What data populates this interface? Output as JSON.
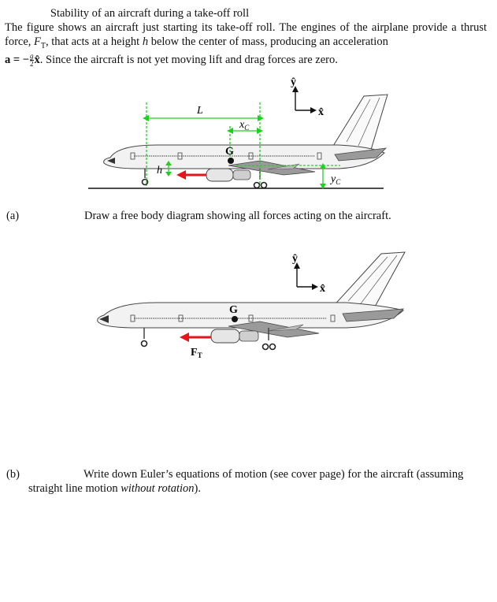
{
  "title": "Stability of an aircraft during a take-off roll",
  "intro": {
    "p1": "The figure shows an aircraft just starting its take-off roll. The engines of the airplane provide a thrust force, ",
    "thrust_symbol": "F",
    "thrust_sub": "T",
    "p2": ", that acts at a height ",
    "h_symbol": "h",
    "p3": " below the center of mass, producing an acceleration",
    "accel_lhs": "a = −",
    "frac_num": "g",
    "frac_den": "2",
    "accel_vec": "x̂",
    "p4": ". Since the aircraft is not yet moving lift and drag forces are zero."
  },
  "figure1": {
    "axis_y": "ŷ",
    "axis_x": "x̂",
    "L": "L",
    "xc": "x",
    "xc_sub": "C",
    "h": "h",
    "yc": "y",
    "yc_sub": "C",
    "G": "G"
  },
  "part_a": {
    "label": "(a)",
    "text": "Draw a free body diagram showing all forces acting on the aircraft."
  },
  "figure2": {
    "axis_y": "ŷ",
    "axis_x": "x̂",
    "G": "G",
    "FT": "F",
    "FT_sub": "T"
  },
  "part_b": {
    "label": "(b)",
    "text1": "Write down Euler’s equations of motion (see cover page) for the aircraft (assuming straight line motion ",
    "italic": "without rotation",
    "text2": ")."
  },
  "colors": {
    "thrust_arrow": "#e8141c",
    "dimension_lines": "#1fd11f",
    "aircraft_body": "#f2f2f2",
    "wing": "#9a9a9a",
    "outline": "#333333"
  }
}
